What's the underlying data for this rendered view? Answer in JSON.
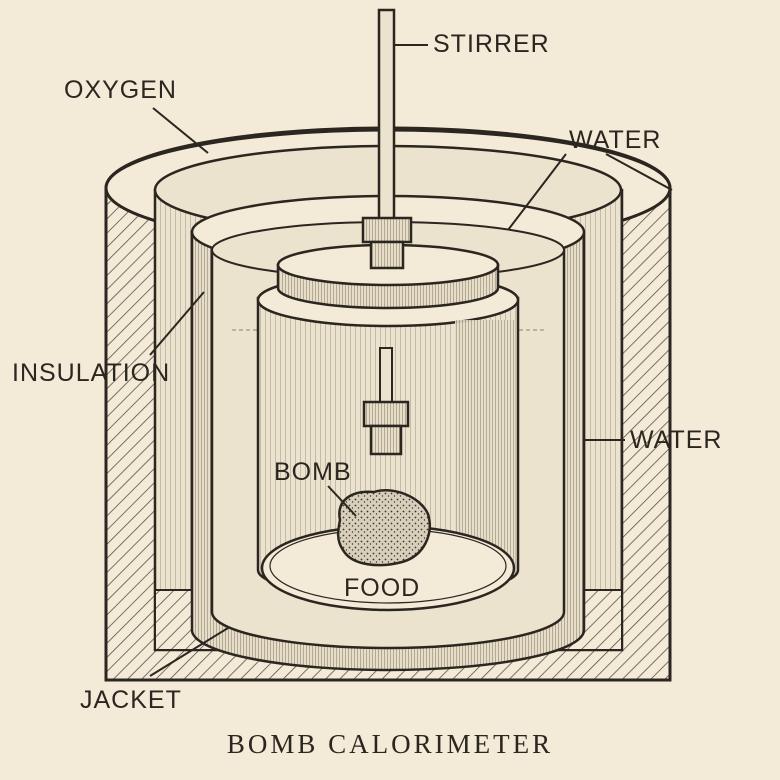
{
  "labels": {
    "stirrer": "STIRRER",
    "oxygen": "OXYGEN",
    "water_top": "WATER",
    "insulation": "INSULATION",
    "water_right": "WATER",
    "bomb": "BOMB",
    "food": "FOOD",
    "jacket": "JACKET"
  },
  "caption": "BOMB CALORIMETER",
  "colors": {
    "ink": "#2b2620",
    "paper": "#f3ead7",
    "water": "#ece3ce",
    "hatch": "#8a8070",
    "food": "#7a7060"
  }
}
